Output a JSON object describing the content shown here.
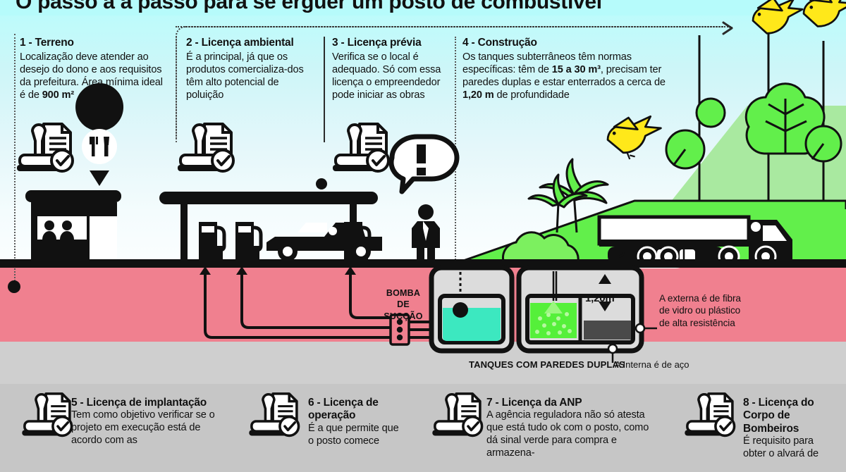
{
  "title": "O passo a a passo para se erguer um posto de combustível",
  "palette": {
    "sky_top": "#b6fbfb",
    "sky_bottom": "#fbfeff",
    "soil": "#f0808f",
    "subsoil": "#cfcfcf",
    "footer": "#c6c6c6",
    "grass": "#62ef4b",
    "grass_dark": "#a9e9a0",
    "bird": "#ffe81a",
    "fuel_teal": "#3ce8c0",
    "fuel_green": "#55f03a",
    "tank_grey": "#dcdcdc",
    "tank_dark": "#4a4a4a",
    "ink": "#111111"
  },
  "steps": [
    {
      "id": 1,
      "heading": "1 - Terreno",
      "body_html": "Localização deve atender ao desejo do dono e aos requisitos da prefeitura. Área mínima ideal é de <b>900 m²</b>",
      "icons": [
        "stamp-document-icon",
        "restaurant-pin-icon"
      ]
    },
    {
      "id": 2,
      "heading": "2 - Licença ambiental",
      "body_html": "É a principal, já que os produtos comercializa-dos têm alto potencial de poluição",
      "icons": [
        "stamp-document-icon"
      ]
    },
    {
      "id": 3,
      "heading": "3 - Licença prévia",
      "body_html": "Verifica se o local é adequado. Só com essa licença o empreendedor pode iniciar as obras",
      "icons": [
        "stamp-document-icon",
        "exclamation-bubble-icon"
      ]
    },
    {
      "id": 4,
      "heading": "4 - Construção",
      "body_html": "Os tanques subterrâneos têm normas específicas: têm de <b>15 a 30 m³</b>, precisam ter paredes duplas e estar enterrados a cerca de <b>1,20 m</b> de profundidade",
      "icons": []
    }
  ],
  "footer_steps": [
    {
      "id": 5,
      "heading": "5 - Licença de implantação",
      "body": "Tem como objetivo verificar se o projeto em execução está de acordo com as",
      "icon": "stamp-document-icon"
    },
    {
      "id": 6,
      "heading": "6 - Licença de operação",
      "body": "É a que permite que o posto comece",
      "icon": "stamp-document-icon"
    },
    {
      "id": 7,
      "heading": "7 - Licença da ANP",
      "body": "A agência reguladora não só atesta que está tudo ok com o posto, como dá sinal verde para compra e armazena-",
      "icon": "stamp-document-icon"
    },
    {
      "id": 8,
      "heading": "8 - Licença do Corpo de Bombeiros",
      "body": "É requisito para obter o alvará de",
      "icon": "stamp-document-icon"
    }
  ],
  "underground": {
    "pump_label_line1": "BOMBA",
    "pump_label_line2": "DE SUCÇÃO",
    "depth_label": "1,20m",
    "tanks_label": "TANQUES COM PAREDES DUPLAS",
    "inner_wall_label": "A Interna é de aço",
    "outer_wall_label": "A externa é de fibra de vidro ou plástico de alta resistência"
  },
  "scene": {
    "items": [
      "convenience-store",
      "fuel-canopy",
      "fuel-pump",
      "car",
      "attendant-person",
      "tanker-truck",
      "palm-tree",
      "broadleaf-tree",
      "bird",
      "hill"
    ]
  }
}
